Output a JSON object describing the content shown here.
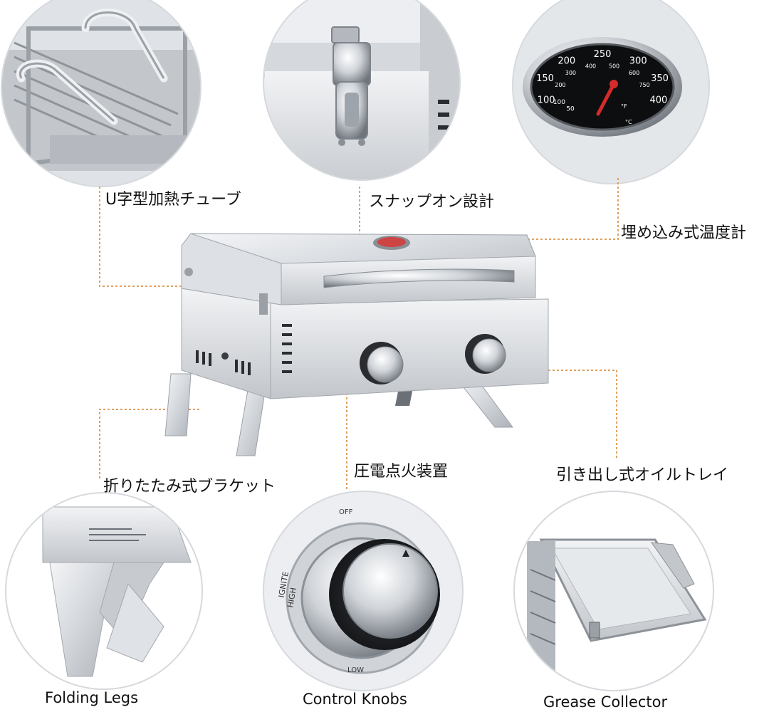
{
  "callouts": {
    "u_tube": "U字型加熱チューブ",
    "snap_on": "スナップオン設計",
    "thermometer": "埋め込み式温度計",
    "folding_bracket": "折りたたみ式ブラケット",
    "ignition": "圧電点火装置",
    "oil_tray": "引き出し式オイルトレイ"
  },
  "captions": {
    "folding_legs": "Folding Legs",
    "control_knobs": "Control Knobs",
    "grease_collector": "Grease Collector"
  },
  "gauge": {
    "outer_scale": [
      "100",
      "150",
      "200",
      "250",
      "300",
      "350",
      "400"
    ],
    "inner_scale": [
      "200",
      "300",
      "400",
      "500",
      "600",
      "750"
    ],
    "low_marks": [
      "50",
      "100"
    ],
    "units": [
      "°F",
      "°C"
    ]
  },
  "knob": {
    "off": "OFF",
    "ignite": "IGNITE",
    "high": "HIGH",
    "low": "LOW"
  },
  "colors": {
    "leader_line": "#e0a060",
    "steel_light": "#e9ebee",
    "steel_mid": "#c8ccd1",
    "steel_dark": "#8d9298",
    "needle": "#d42b2b"
  }
}
